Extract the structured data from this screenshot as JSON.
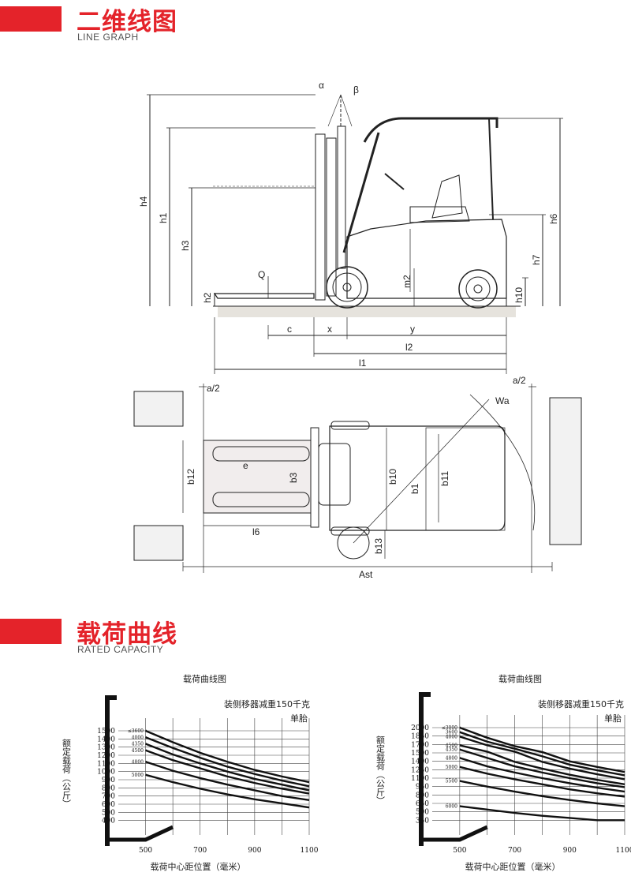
{
  "section1": {
    "title": "二维线图",
    "subtitle": "LINE GRAPH"
  },
  "section2": {
    "title": "载荷曲线",
    "subtitle": "RATED CAPACITY"
  },
  "side_view_labels": {
    "alpha": "α",
    "beta": "β",
    "h4": "h4",
    "h1": "h1",
    "h3": "h3",
    "h2": "h2",
    "Q": "Q",
    "m2": "m2",
    "h10": "h10",
    "h7": "h7",
    "h6": "h6",
    "c": "c",
    "x": "x",
    "y": "y",
    "l2": "l2",
    "l1": "l1"
  },
  "top_view_labels": {
    "a2_left": "a/2",
    "a2_right": "a/2",
    "Wa": "Wa",
    "b12": "b12",
    "e": "e",
    "b3": "b3",
    "b10": "b10",
    "b1": "b1",
    "b11": "b11",
    "l6": "l6",
    "b13": "b13",
    "Ast": "Ast"
  },
  "chart_data": [
    {
      "type": "line",
      "title": "载荷曲线图",
      "note_sideshifter": "装侧移器减重150千克",
      "note_tire": "单胎",
      "ylabel": "额定载荷（公斤）",
      "xlabel": "载荷中心距位置（毫米）",
      "x_ticks": [
        500,
        700,
        900,
        1100
      ],
      "y_ticks": [
        1500,
        1400,
        1300,
        1200,
        1100,
        1000,
        900,
        800,
        700,
        600,
        500,
        400
      ],
      "series": [
        {
          "name": "≤3600",
          "x": [
            500,
            600,
            700,
            800,
            900,
            1000,
            1100
          ],
          "y": [
            1500,
            1360,
            1230,
            1120,
            1020,
            940,
            870
          ]
        },
        {
          "name": "4000",
          "x": [
            500,
            600,
            700,
            800,
            900,
            1000,
            1100
          ],
          "y": [
            1420,
            1290,
            1170,
            1060,
            970,
            890,
            820
          ]
        },
        {
          "name": "4350",
          "x": [
            500,
            600,
            700,
            800,
            900,
            1000,
            1100
          ],
          "y": [
            1340,
            1210,
            1100,
            1000,
            910,
            840,
            770
          ]
        },
        {
          "name": "4500",
          "x": [
            500,
            600,
            700,
            800,
            900,
            1000,
            1100
          ],
          "y": [
            1260,
            1140,
            1040,
            940,
            860,
            790,
            730
          ]
        },
        {
          "name": "4800",
          "x": [
            500,
            600,
            700,
            800,
            900,
            1000,
            1100
          ],
          "y": [
            1120,
            1010,
            920,
            840,
            770,
            700,
            650
          ]
        },
        {
          "name": "5000",
          "x": [
            500,
            600,
            700,
            800,
            900,
            1000,
            1100
          ],
          "y": [
            960,
            870,
            790,
            720,
            660,
            610,
            560
          ]
        }
      ]
    },
    {
      "type": "line",
      "title": "载荷曲线图",
      "note_sideshifter": "装侧移器减重150千克",
      "note_tire": "单胎",
      "ylabel": "额定载荷（公斤）",
      "xlabel": "载荷中心距位置（毫米）",
      "x_ticks": [
        500,
        700,
        900,
        1100
      ],
      "y_ticks": [
        2000,
        1850,
        1700,
        1500,
        1400,
        1250,
        1100,
        950,
        800,
        650,
        500,
        350
      ],
      "series": [
        {
          "name": "≤3000",
          "x": [
            500,
            600,
            700,
            800,
            900,
            1000,
            1100
          ],
          "y": [
            2000,
            1820,
            1660,
            1520,
            1400,
            1300,
            1210
          ]
        },
        {
          "name": "3600",
          "x": [
            500,
            600,
            700,
            800,
            900,
            1000,
            1100
          ],
          "y": [
            1920,
            1750,
            1600,
            1460,
            1340,
            1240,
            1150
          ]
        },
        {
          "name": "4000",
          "x": [
            500,
            600,
            700,
            800,
            900,
            1000,
            1100
          ],
          "y": [
            1840,
            1680,
            1530,
            1390,
            1270,
            1170,
            1080
          ]
        },
        {
          "name": "4500",
          "x": [
            500,
            600,
            700,
            800,
            900,
            1000,
            1100
          ],
          "y": [
            1680,
            1530,
            1390,
            1270,
            1160,
            1070,
            990
          ]
        },
        {
          "name": "4350",
          "x": [
            500,
            600,
            700,
            800,
            900,
            1000,
            1100
          ],
          "y": [
            1580,
            1440,
            1310,
            1200,
            1100,
            1010,
            940
          ]
        },
        {
          "name": "4800",
          "x": [
            500,
            600,
            700,
            800,
            900,
            1000,
            1100
          ],
          "y": [
            1440,
            1310,
            1200,
            1100,
            1010,
            930,
            860
          ]
        },
        {
          "name": "5000",
          "x": [
            500,
            600,
            700,
            800,
            900,
            1000,
            1100
          ],
          "y": [
            1300,
            1180,
            1080,
            990,
            900,
            830,
            770
          ]
        },
        {
          "name": "5500",
          "x": [
            500,
            600,
            700,
            800,
            900,
            1000,
            1100
          ],
          "y": [
            1050,
            950,
            860,
            780,
            710,
            650,
            600
          ]
        },
        {
          "name": "6000",
          "x": [
            500,
            600,
            700,
            800,
            900,
            1000,
            1100
          ],
          "y": [
            600,
            540,
            480,
            430,
            390,
            350,
            350
          ]
        }
      ]
    }
  ]
}
